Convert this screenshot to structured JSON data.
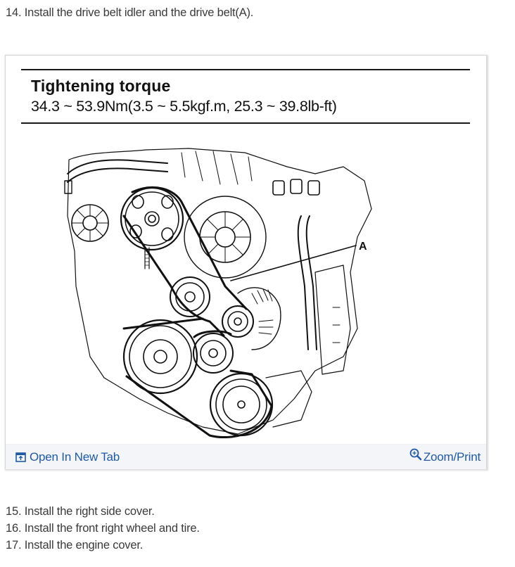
{
  "steps_before": [
    {
      "number": "14.",
      "text": "14. Install the drive belt idler and the drive belt(A)."
    }
  ],
  "figure": {
    "spec_box": {
      "title": "Tightening torque",
      "value": "34.3 ~ 53.9Nm(3.5 ~ 5.5kgf.m, 25.3 ~ 39.8lb-ft)"
    },
    "diagram": {
      "subject": "Engine front view showing drive belt routing, pulleys and idler",
      "callout_label": "A"
    },
    "footer": {
      "open_new_tab": {
        "label": "Open In New Tab",
        "icon": "open-new-tab-icon"
      },
      "zoom_print": {
        "label": "Zoom/Print",
        "icon": "zoom-in-icon"
      }
    },
    "colors": {
      "link": "#1f5aa6",
      "footer_bg": "#f3f5f9",
      "frame_border": "#d6d6d6"
    }
  },
  "steps_after": [
    {
      "number": "15.",
      "text": "15. Install the right side cover."
    },
    {
      "number": "16.",
      "text": "16. Install the front right wheel and tire."
    },
    {
      "number": "17.",
      "text": "17. Install the engine cover."
    }
  ]
}
